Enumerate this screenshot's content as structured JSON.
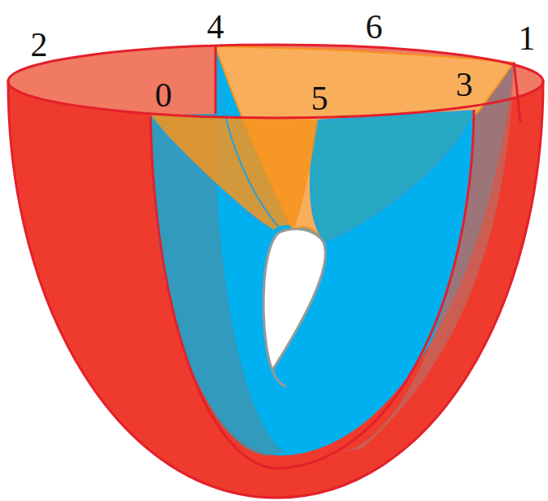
{
  "diagram": {
    "labels": [
      "2",
      "4",
      "6",
      "1",
      "0",
      "5",
      "3"
    ]
  }
}
